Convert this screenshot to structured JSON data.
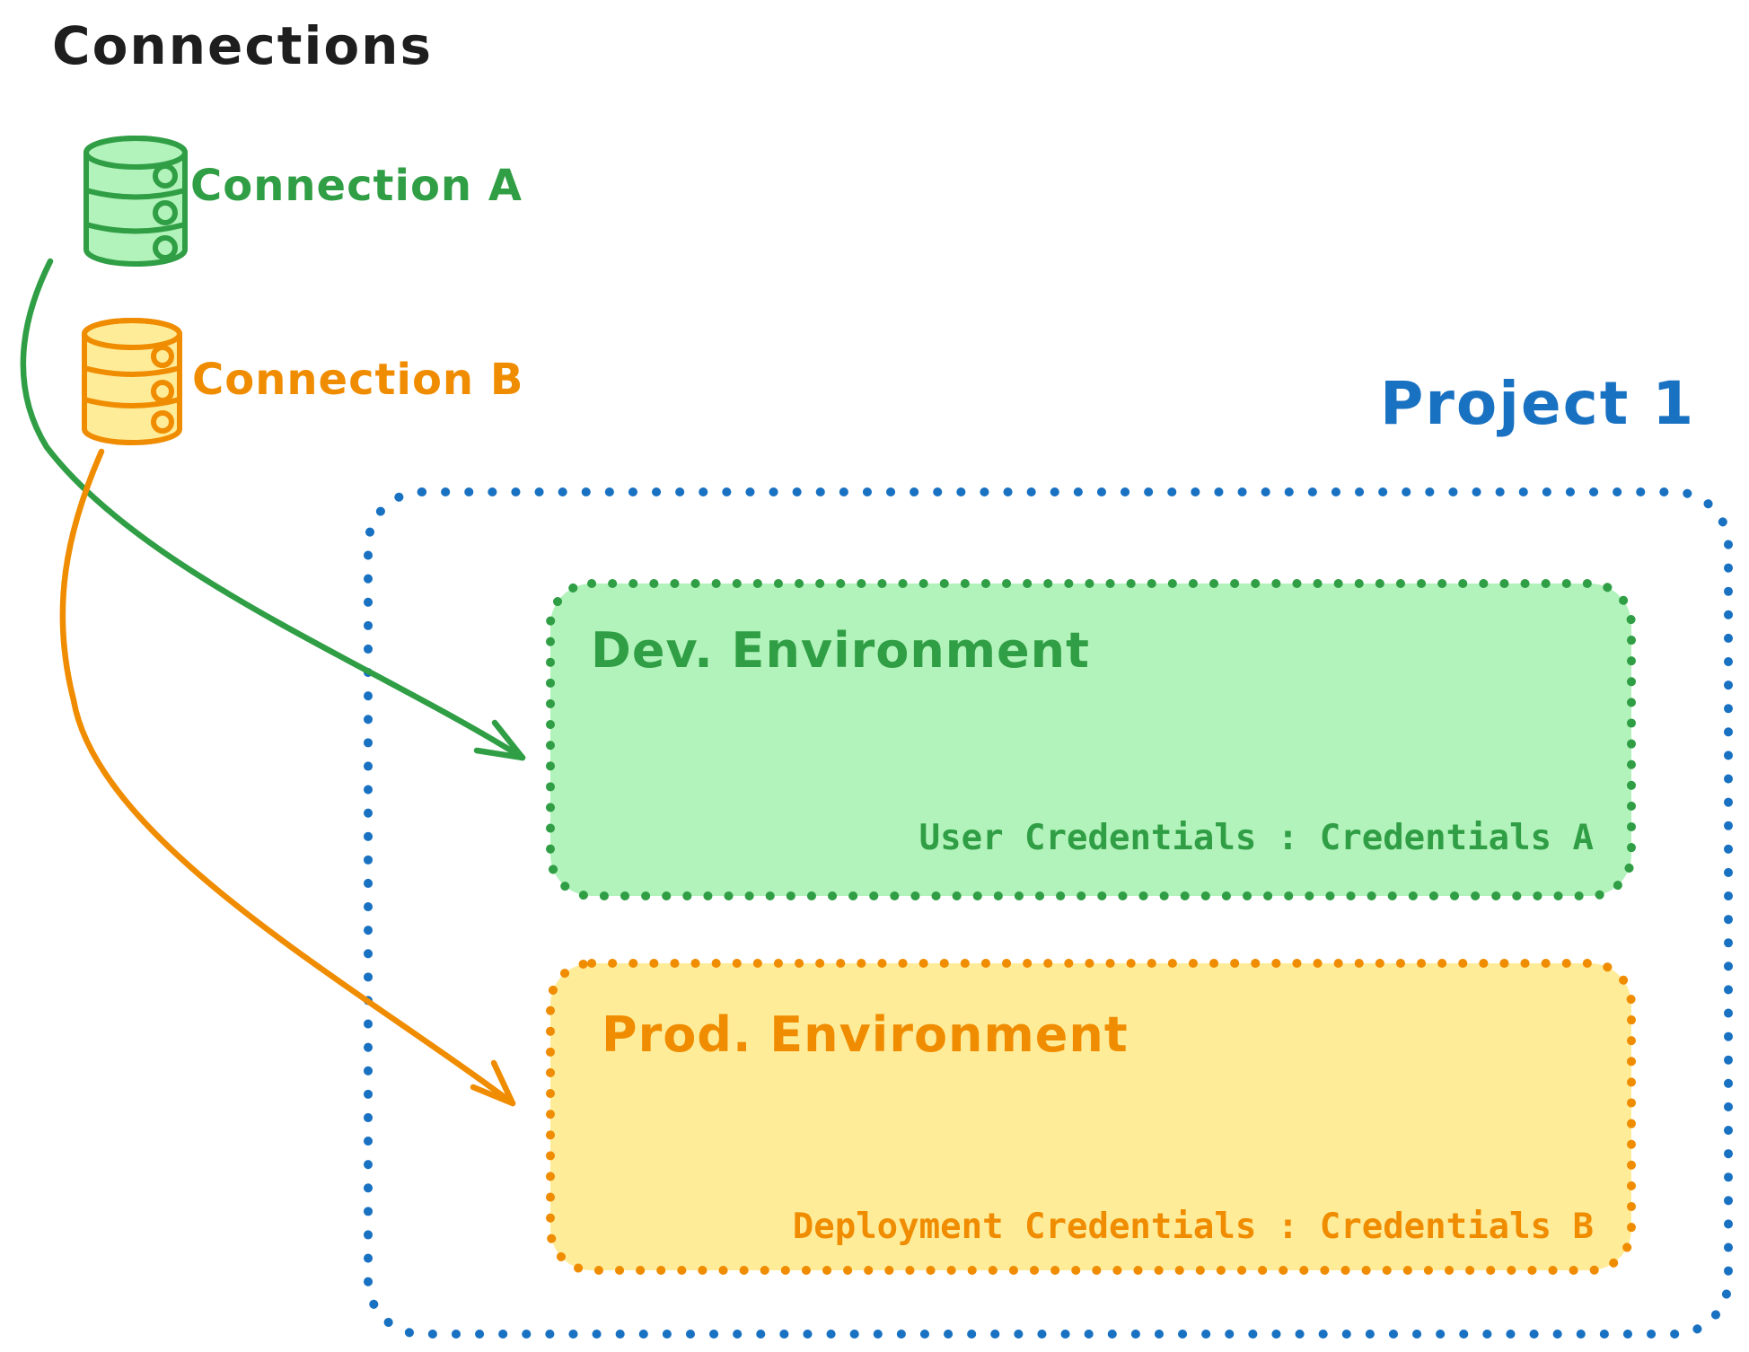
{
  "canvas": {
    "title": "Connections",
    "background": "#ffffff"
  },
  "colors": {
    "text_black": "#1e1e1e",
    "green_stroke": "#2f9e44",
    "green_fill": "#b2f2bb",
    "orange_stroke": "#f08c00",
    "orange_fill": "#ffec99",
    "blue_stroke": "#1971c2"
  },
  "connections": {
    "a": {
      "label": "Connection A",
      "icon": "database-icon",
      "color": "#2f9e44"
    },
    "b": {
      "label": "Connection B",
      "icon": "database-icon",
      "color": "#f08c00"
    }
  },
  "project": {
    "title": "Project 1",
    "environments": {
      "dev": {
        "title": "Dev. Environment",
        "credentials": "User Credentials : Credentials A"
      },
      "prod": {
        "title": "Prod. Environment",
        "credentials": "Deployment Credentials : Credentials B"
      }
    }
  },
  "arrows": {
    "a_to_dev": {
      "from": "Connection A",
      "to": "Dev. Environment",
      "color": "#2f9e44"
    },
    "b_to_prod": {
      "from": "Connection B",
      "to": "Prod. Environment",
      "color": "#f08c00"
    }
  }
}
